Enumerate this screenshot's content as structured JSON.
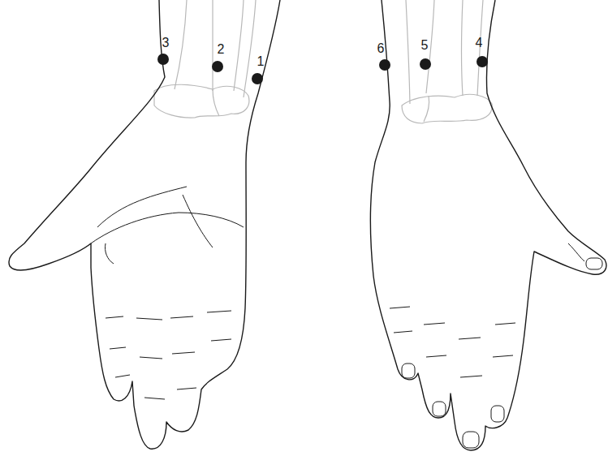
{
  "diagram": {
    "labels": [
      "3",
      "2",
      "1",
      "6",
      "5",
      "4"
    ]
  }
}
